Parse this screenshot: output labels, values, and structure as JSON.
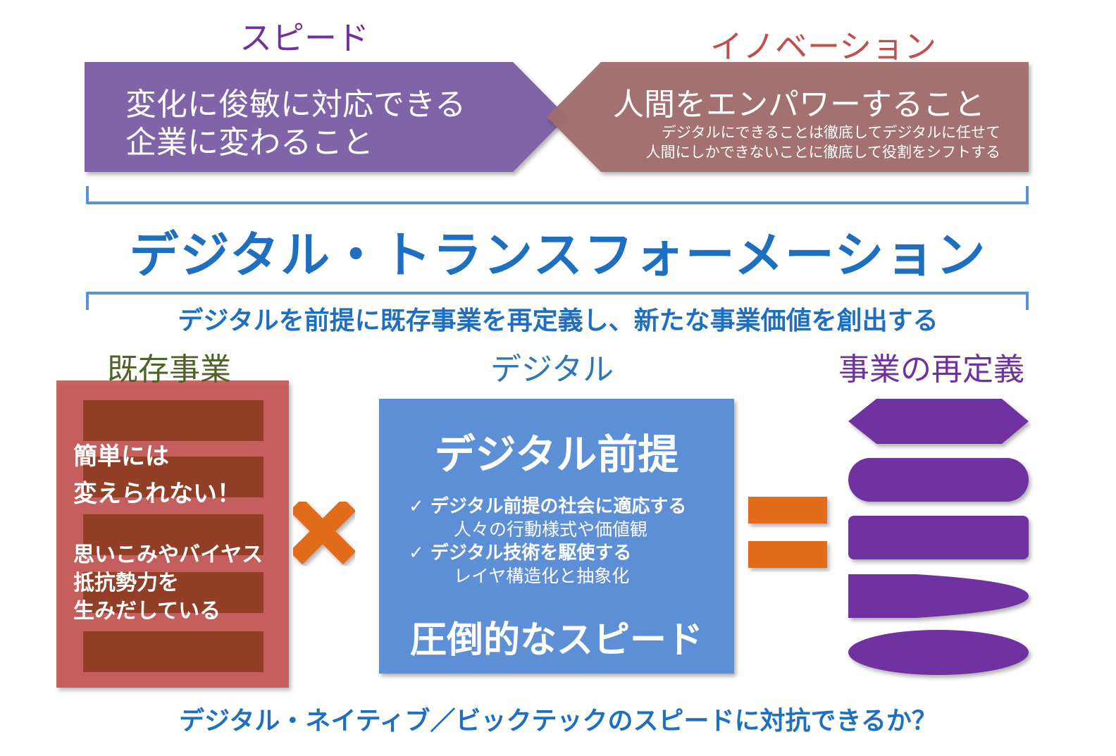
{
  "top": {
    "speed": {
      "label": "スピード",
      "line1": "変化に俊敏に対応できる",
      "line2": "企業に変わること"
    },
    "innovation": {
      "label": "イノベーション",
      "main": "人間をエンパワーすること",
      "sub1": "デジタルにできることは徹底してデジタルに任せて",
      "sub2": "人間にしかできないことに徹底して役割をシフトする"
    }
  },
  "center": {
    "title": "デジタル・トランスフォーメーション",
    "subtitle": "デジタルを前提に既存事業を再定義し、新たな事業価値を創出する"
  },
  "columns": {
    "existing": {
      "label": "既存事業",
      "line1": "簡単には",
      "line2": "変えられない！",
      "line3": "思いこみやバイヤス",
      "line4": "抵抗勢力を",
      "line5": "生みだしている"
    },
    "digital": {
      "label": "デジタル",
      "head": "デジタル前提",
      "bullet1": "✓ デジタル前提の社会に適応する",
      "bullet1_sub": "人々の行動様式や価値観",
      "bullet2": "✓ デジタル技術を駆使する",
      "bullet2_sub": "レイヤ構造化と抽象化",
      "foot": "圧倒的なスピード"
    },
    "redefine": {
      "label": "事業の再定義"
    }
  },
  "bottom": {
    "question": "デジタル・ネイティブ／ビックテックのスピードに対抗できるか？"
  },
  "colors": {
    "speed_purple": "#8064a8",
    "innovation_rose": "#a06e6c",
    "dx_blue": "#1f6fc0",
    "existing_red": "#c0504d",
    "existing_block": "#8b3a1f",
    "digital_blue": "#5b8fd6",
    "operator_orange": "#e36c1e",
    "redefine_purple": "#7030a0"
  }
}
